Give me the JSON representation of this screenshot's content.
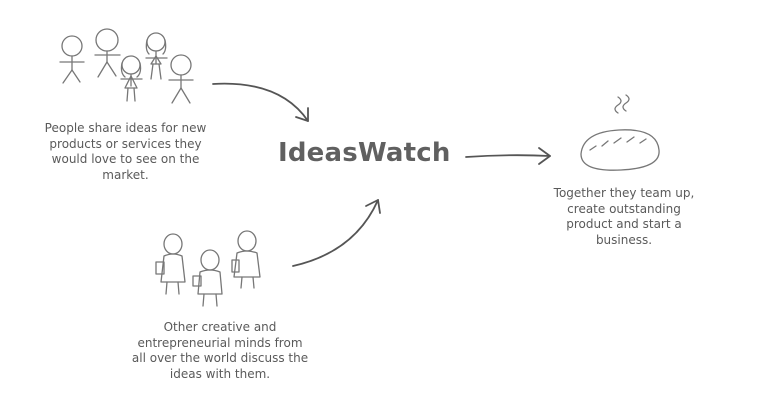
{
  "center": {
    "title": "IdeasWatch"
  },
  "captions": {
    "people": "People share ideas for new products or services they would love to see on the market.",
    "minds": "Other creative and entrepreneurial minds from all over the world discuss the ideas with them.",
    "team": "Together they team up, create outstanding product and start a business."
  },
  "icons": {
    "people": "stick-figures-group-icon",
    "minds": "business-people-group-icon",
    "product": "bread-loaf-icon"
  },
  "colors": {
    "text": "#5a5a5a",
    "title": "#606060",
    "lines": "#555555"
  }
}
